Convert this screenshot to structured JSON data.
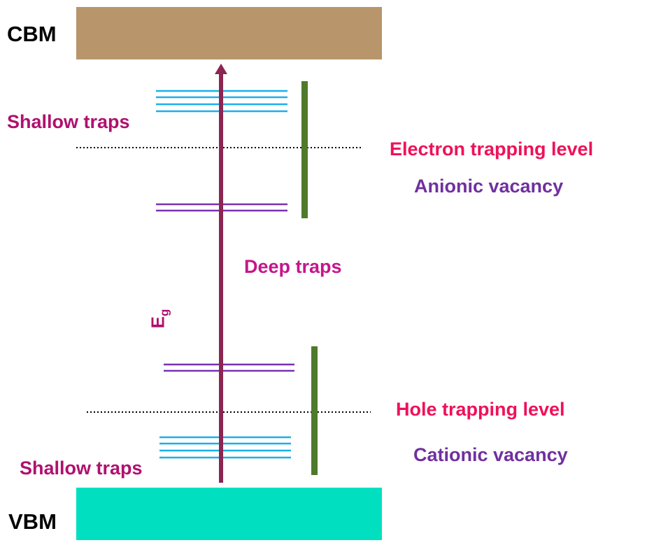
{
  "labels": {
    "cbm": "CBM",
    "vbm": "VBM",
    "shallow_traps_top": "Shallow traps",
    "shallow_traps_bottom": "Shallow traps",
    "deep_traps": "Deep traps",
    "electron_trapping_level": "Electron trapping level",
    "anionic_vacancy": "Anionic vacancy",
    "hole_trapping_level": "Hole trapping level",
    "cationic_vacancy": "Cationic vacancy",
    "eg_main": "E",
    "eg_sub": "g"
  },
  "colors": {
    "cbm_band": "#b8956a",
    "vbm_band": "#00e0c0",
    "arrow": "#8b2552",
    "shallow_lines": "#1ab0e8",
    "deep_lines": "#7a30b0",
    "green_bar": "#4e7a2c",
    "trap_text": "#b0106e",
    "level_text": "#f0105a",
    "vacancy_text": "#7030a0"
  }
}
